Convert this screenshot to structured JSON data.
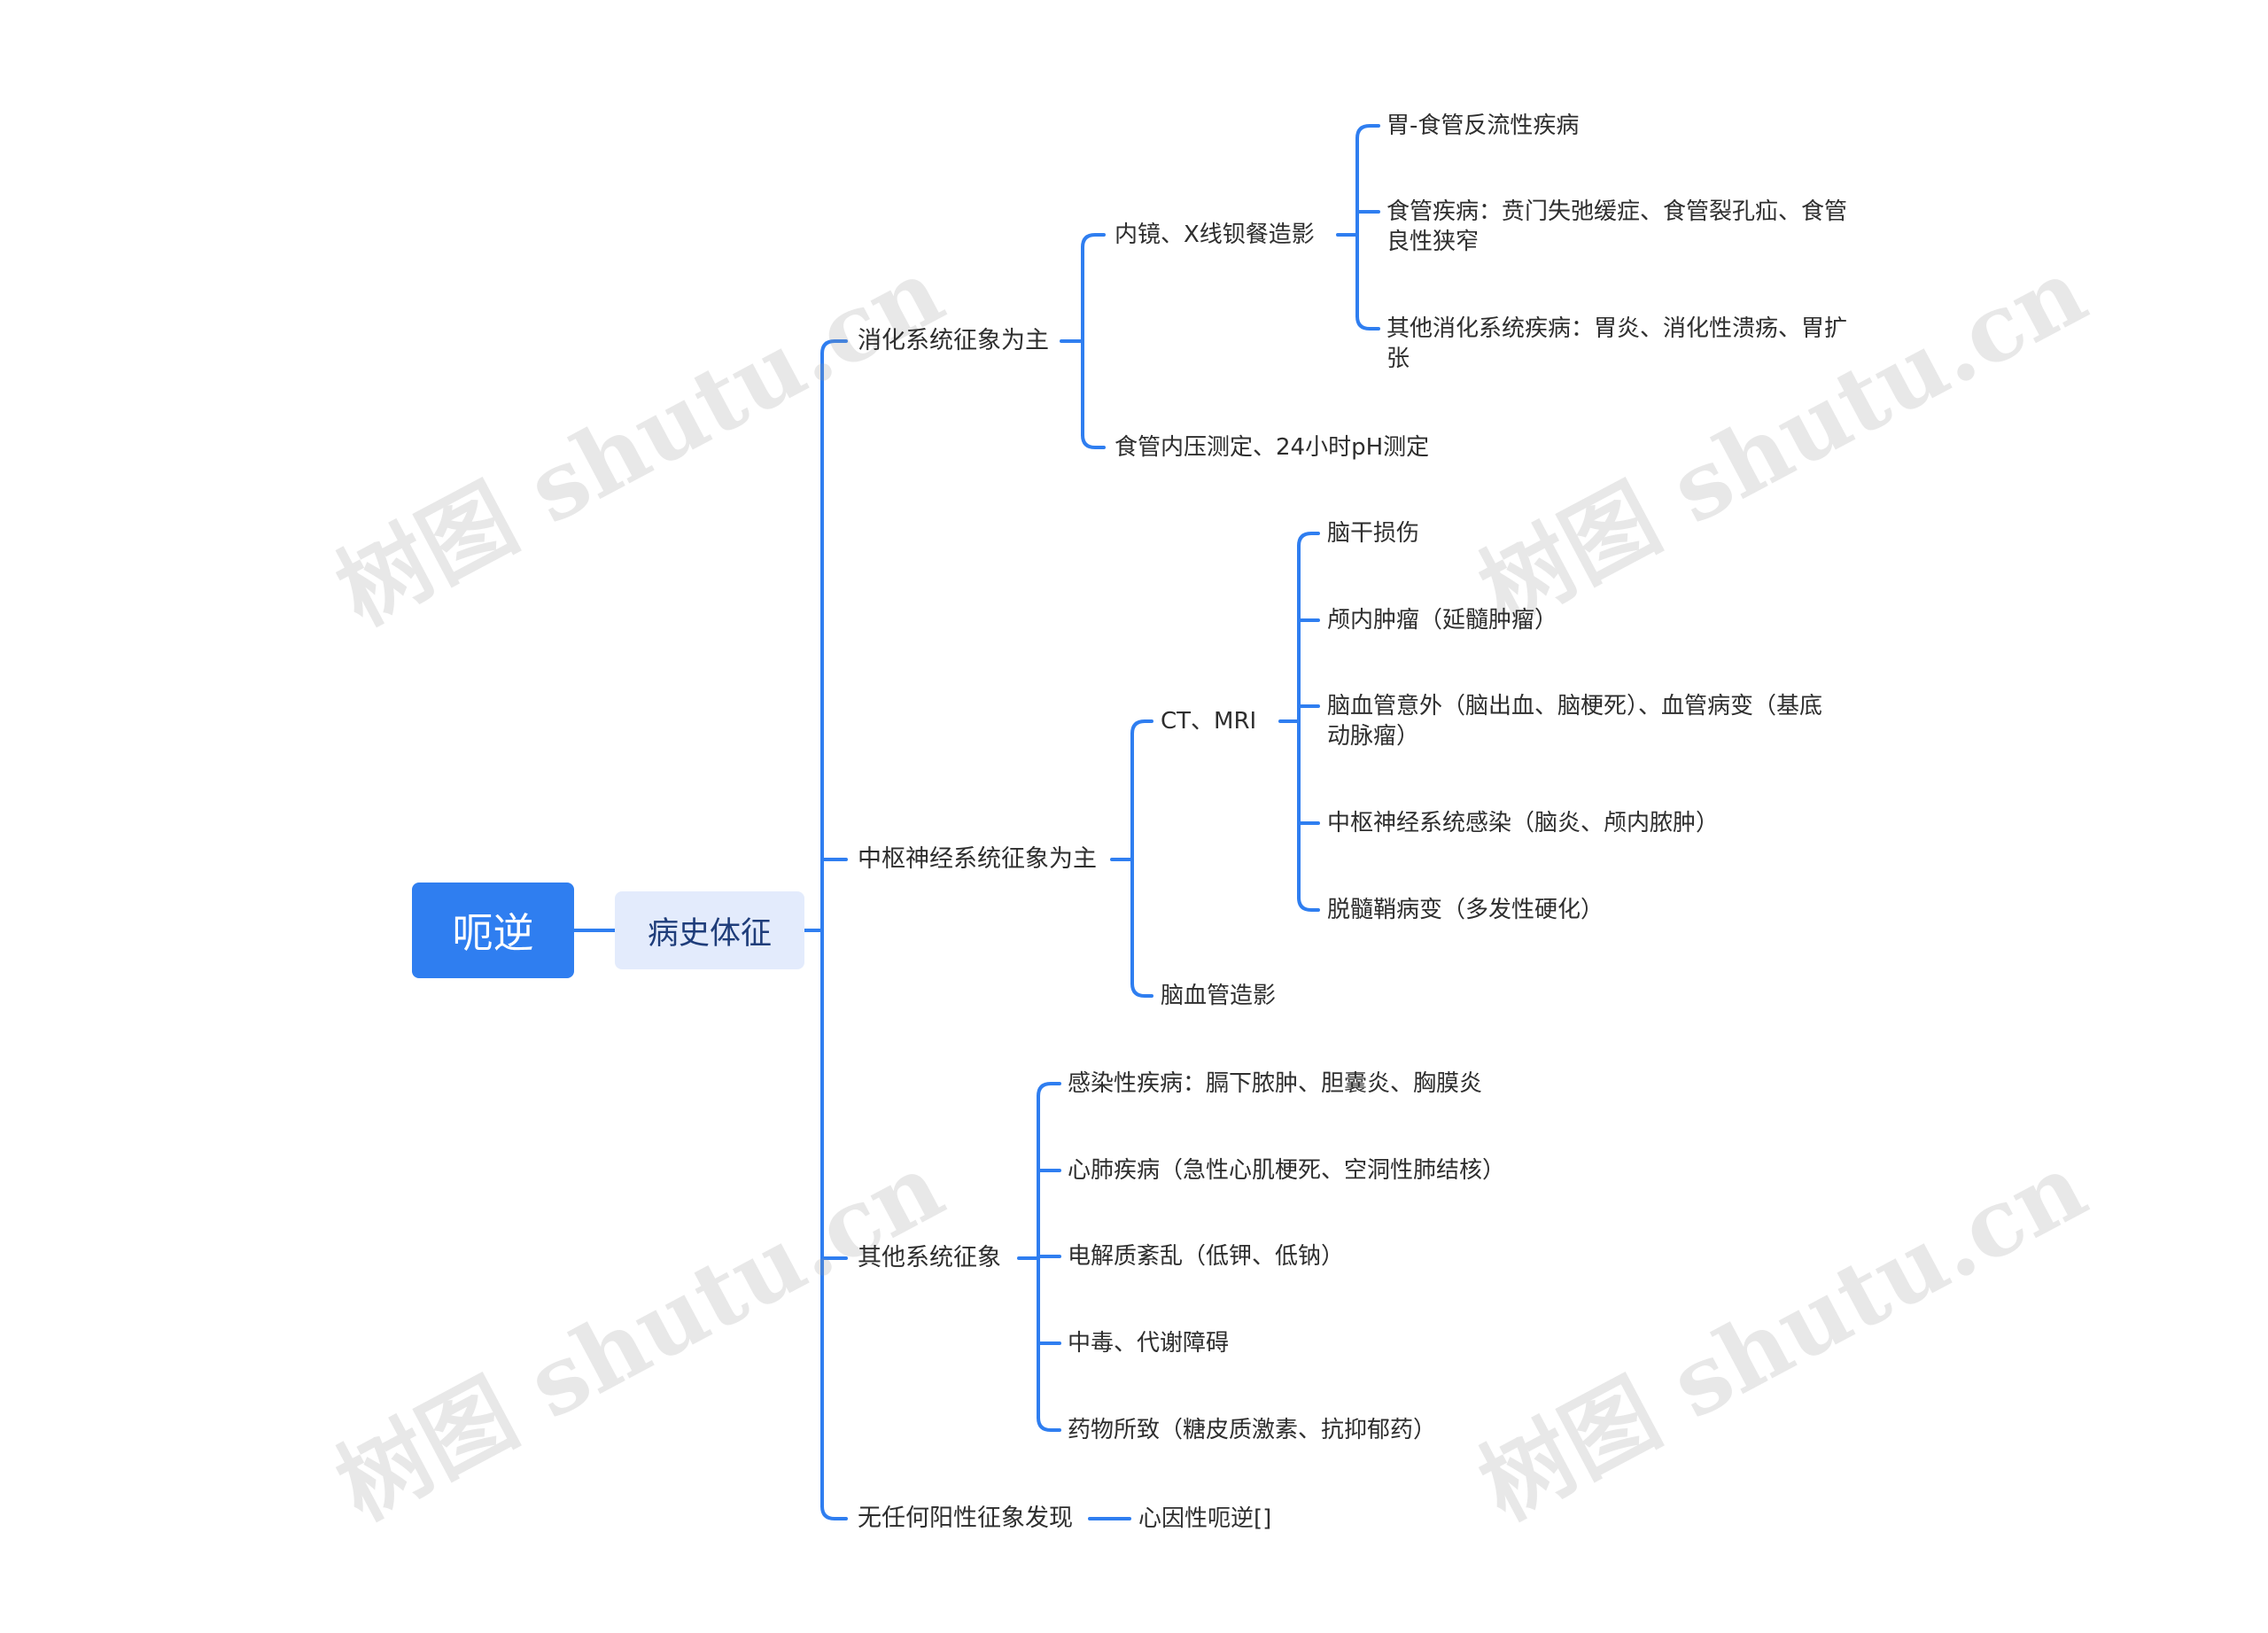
{
  "root": "呃逆",
  "main": "病史体征",
  "branches": {
    "digestive": {
      "label": "消化系统征象为主",
      "endoscopy": {
        "label": "内镜、X线钡餐造影",
        "items": [
          "胃-食管反流性疾病",
          "食管疾病：贲门失弛缓症、食管裂孔疝、食管良性狭窄",
          "其他消化系统疾病：胃炎、消化性溃疡、胃扩张"
        ]
      },
      "manometry": "食管内压测定、24小时pH测定"
    },
    "cns": {
      "label": "中枢神经系统征象为主",
      "ct": {
        "label": "CT、MRI",
        "items": [
          "脑干损伤",
          "颅内肿瘤（延髓肿瘤）",
          "脑血管意外（脑出血、脑梗死）、血管病变（基底动脉瘤）",
          "中枢神经系统感染（脑炎、颅内脓肿）",
          "脱髓鞘病变（多发性硬化）"
        ]
      },
      "angio": "脑血管造影"
    },
    "other": {
      "label": "其他系统征象",
      "items": [
        "感染性疾病：膈下脓肿、胆囊炎、胸膜炎",
        "心肺疾病（急性心肌梗死、空洞性肺结核）",
        "电解质紊乱（低钾、低钠）",
        "中毒、代谢障碍",
        "药物所致（糖皮质激素、抗抑郁药）"
      ]
    },
    "none": {
      "label": "无任何阳性征象发现",
      "result": "心因性呃逆[]"
    }
  },
  "watermark": "树图 shutu.cn",
  "colors": {
    "link": "#2f7ef0",
    "root_bg": "#2f7ef0",
    "main_bg": "#e3ebfc"
  }
}
